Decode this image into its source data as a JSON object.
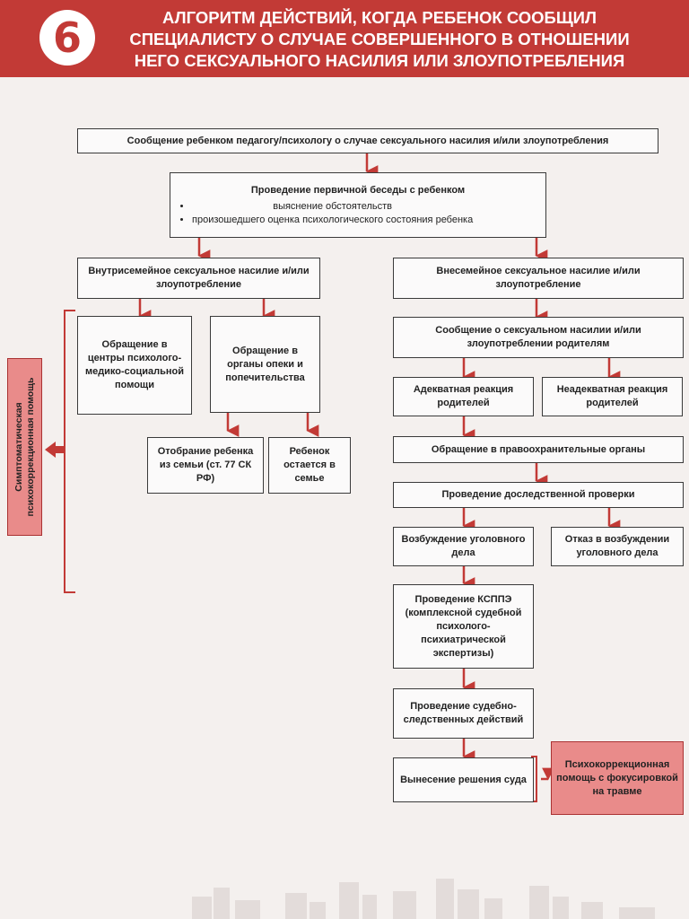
{
  "header": {
    "number": "6",
    "title_lines": [
      "АЛГОРИТМ ДЕЙСТВИЙ, КОГДА РЕБЕНОК СООБЩИЛ",
      "СПЕЦИАЛИСТУ О СЛУЧАЕ СОВЕРШЕННОГО В ОТНОШЕНИИ",
      "НЕГО СЕКСУАЛЬНОГО НАСИЛИЯ ИЛИ ЗЛОУПОТРЕБЛЕНИЯ"
    ]
  },
  "nodes": {
    "report": "Сообщение ребенком педагогу/психологу о случае сексуального насилия и/или злоупотребления",
    "interview": {
      "title": "Проведение первичной беседы с ребенком",
      "items": [
        "выяснение обстоятельств",
        "произошедшего оценка психологического состояния ребенка"
      ]
    },
    "intra_family": "Внутрисемейное сексуальное насилие и/или злоупотребление",
    "extra_family": "Внесемейное сексуальное насилие и/или злоупотребление",
    "centers": "Обращение в центры психолого-медико-социальной помощи",
    "guardianship": "Обращение в органы опеки и попечительства",
    "removal": "Отобрание ребенка из семьи (ст. 77 СК РФ)",
    "stays": "Ребенок остается в семье",
    "notify_parents": "Сообщение о сексуальном насилии и/или злоупотреблении родителям",
    "adequate": "Адекватная реакция родителей",
    "inadequate": "Неадекватная реакция родителей",
    "law_enforcement": "Обращение в правоохранительные органы",
    "pre_investigation": "Проведение доследственной проверки",
    "criminal_case": "Возбуждение уголовного дела",
    "refusal": "Отказ в возбуждении уголовного дела",
    "kspe": "Проведение КСППЭ (комплексной судебной психолого-психиатрической экспертизы)",
    "investigation": "Проведение судебно-следственных действий",
    "court": "Вынесение решения суда",
    "trauma_help": "Психокоррекционная помощь с фокусировкой на травме",
    "symptomatic_help": "Симптоматическая психокоррекционная помощь"
  },
  "colors": {
    "header": "#c23a36",
    "accent_box": "#e98b8a",
    "arrow": "#c23a36"
  }
}
